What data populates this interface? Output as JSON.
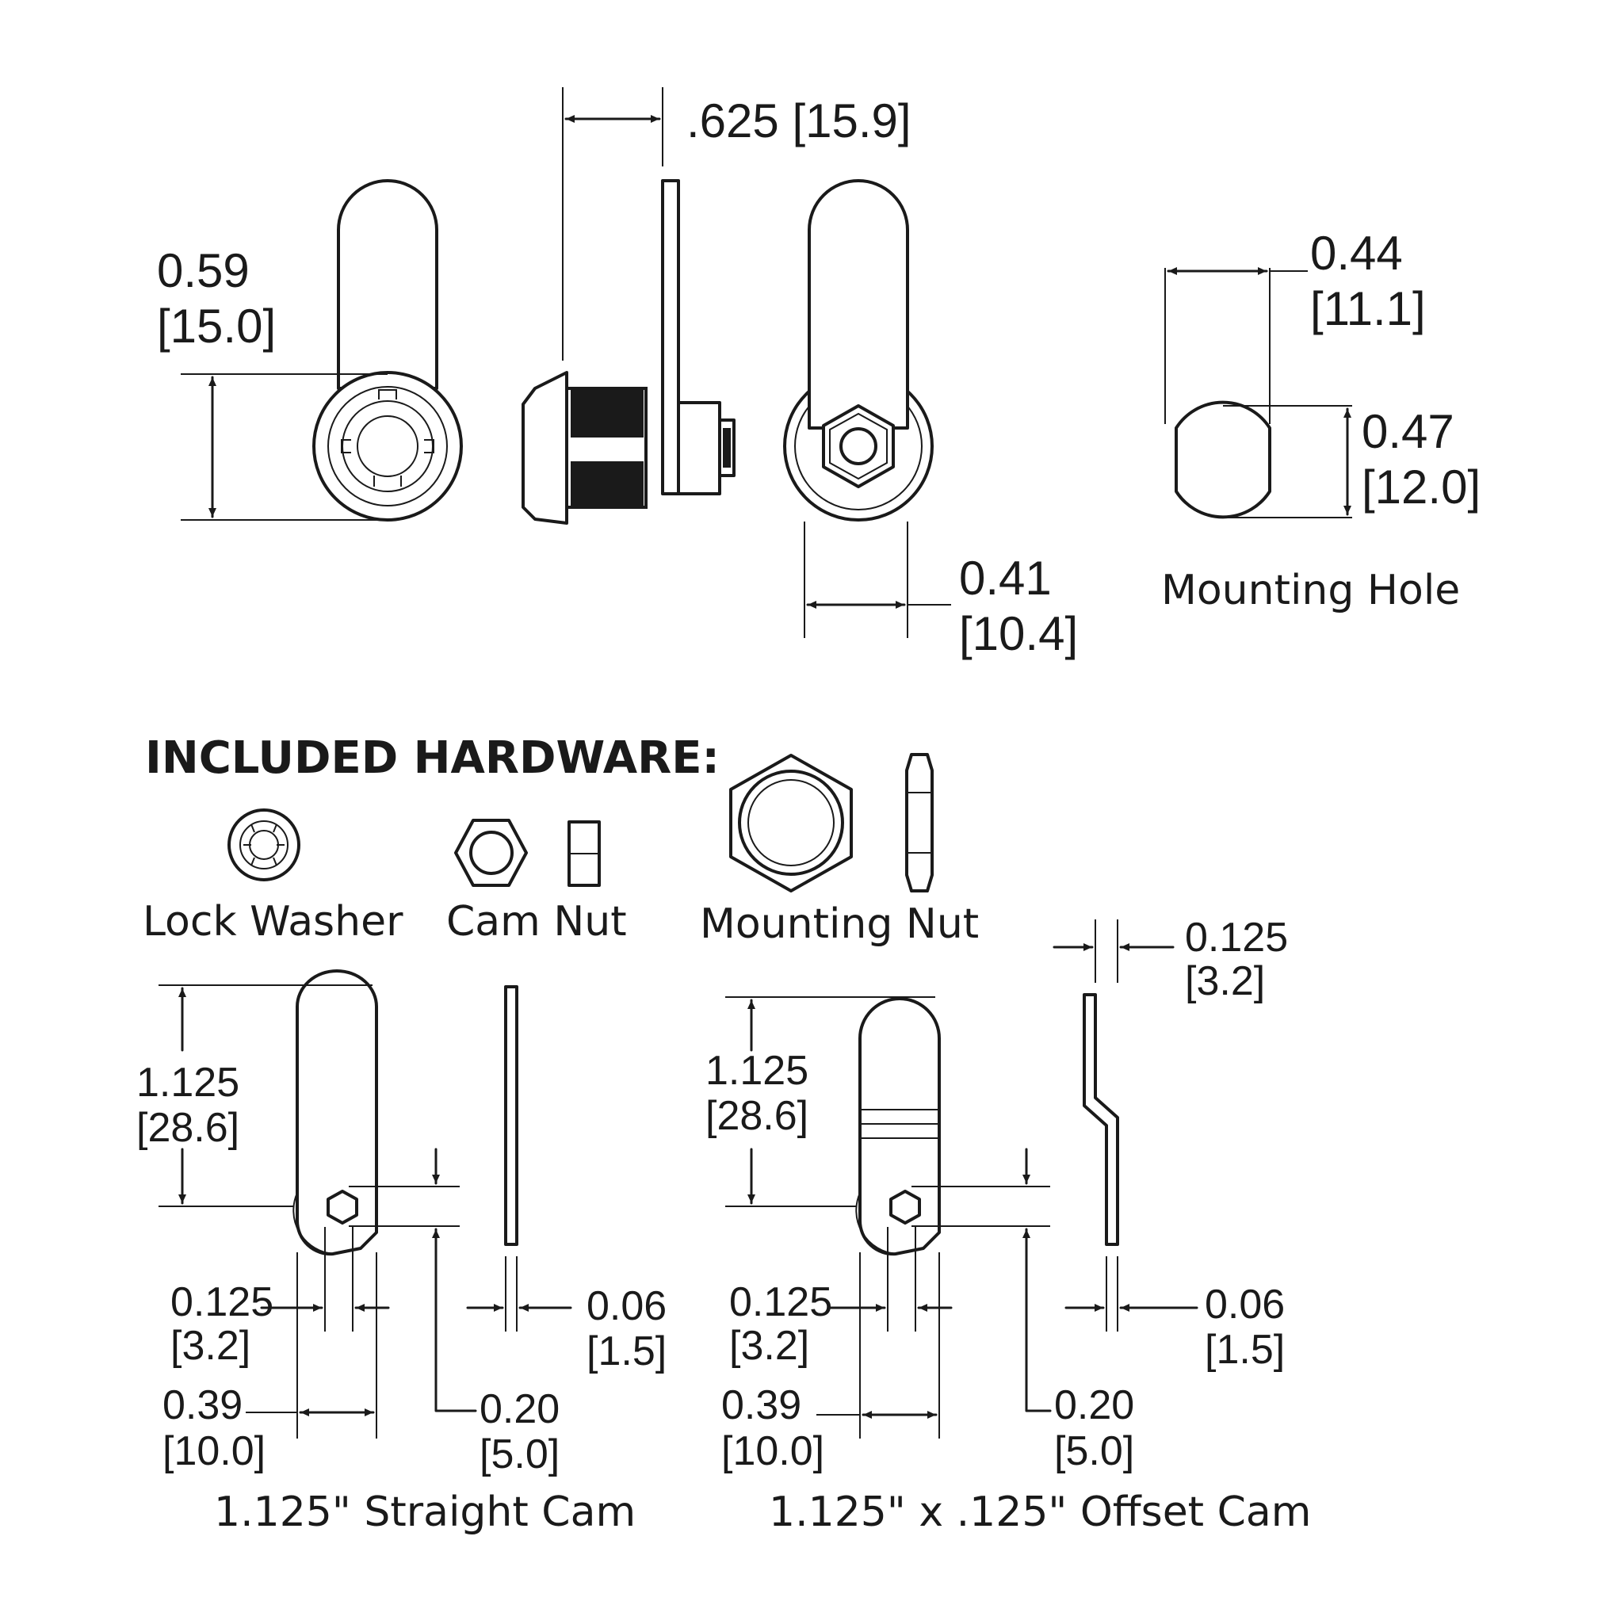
{
  "dimensions": {
    "key_height": [
      "0.59",
      "[15.0]"
    ],
    "cam_offset": ".625 [15.9]",
    "nut_width": [
      "0.41",
      "[10.4]"
    ],
    "hole_width": [
      "0.44",
      "[11.1]"
    ],
    "hole_height": [
      "0.47",
      "[12.0]"
    ]
  },
  "mounting_hole_label": "Mounting Hole",
  "hardware": {
    "heading": "INCLUDED HARDWARE:",
    "items": [
      "Lock Washer",
      "Cam Nut",
      "Mounting Nut"
    ]
  },
  "straight_cam": {
    "title": "1.125\" Straight Cam",
    "length": [
      "1.125",
      "[28.6]"
    ],
    "hole": [
      "0.125",
      "[3.2]"
    ],
    "thickness": [
      "0.06",
      "[1.5]"
    ],
    "width": [
      "0.39",
      "[10.0]"
    ],
    "hole_to_end": [
      "0.20",
      "[5.0]"
    ]
  },
  "offset_cam": {
    "title": "1.125\" x .125\" Offset Cam",
    "length": [
      "1.125",
      "[28.6]"
    ],
    "offset": [
      "0.125",
      "[3.2]"
    ],
    "hole": [
      "0.125",
      "[3.2]"
    ],
    "thickness": [
      "0.06",
      "[1.5]"
    ],
    "width": [
      "0.39",
      "[10.0]"
    ],
    "hole_to_end": [
      "0.20",
      "[5.0]"
    ]
  }
}
